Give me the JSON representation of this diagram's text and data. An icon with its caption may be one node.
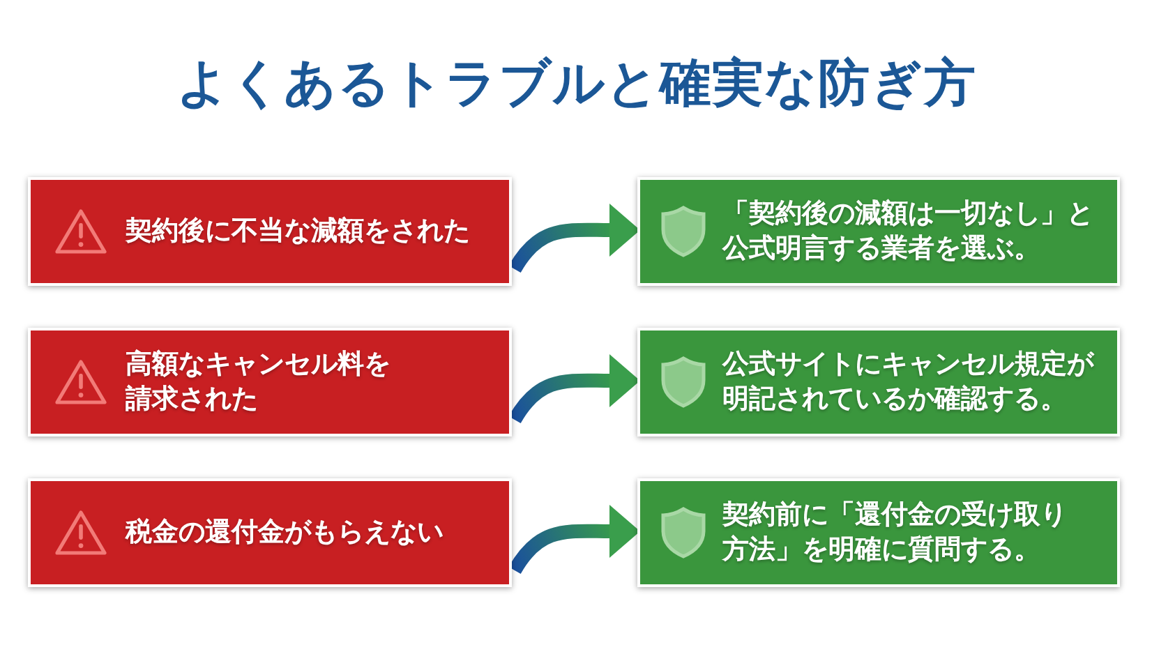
{
  "diagram": {
    "title": "よくあるトラブルと確実な防ぎ方",
    "nodes": [
      {
        "text": [
          "契約後に不当な減額をされた"
        ]
      },
      {
        "text": [
          "「契約後の減額は一切なし」と公式明言する業者を選ぶ。"
        ]
      },
      {
        "text": [
          "高額なキャンセル料を請求された"
        ]
      },
      {
        "text": [
          "公式サイトにキャンセル規定が明記されているか確認する。"
        ]
      },
      {
        "text": [
          "税金の還付金がもらえない"
        ]
      },
      {
        "text": [
          "契約前に「還付金の受け取り方法」を明確に質問する。"
        ]
      }
    ],
    "edges": [
      {
        "from": 0,
        "to": 1,
        "arrow": "to"
      },
      {
        "from": 2,
        "to": 3,
        "arrow": "to"
      },
      {
        "from": 4,
        "to": 5,
        "arrow": "to"
      }
    ]
  }
}
